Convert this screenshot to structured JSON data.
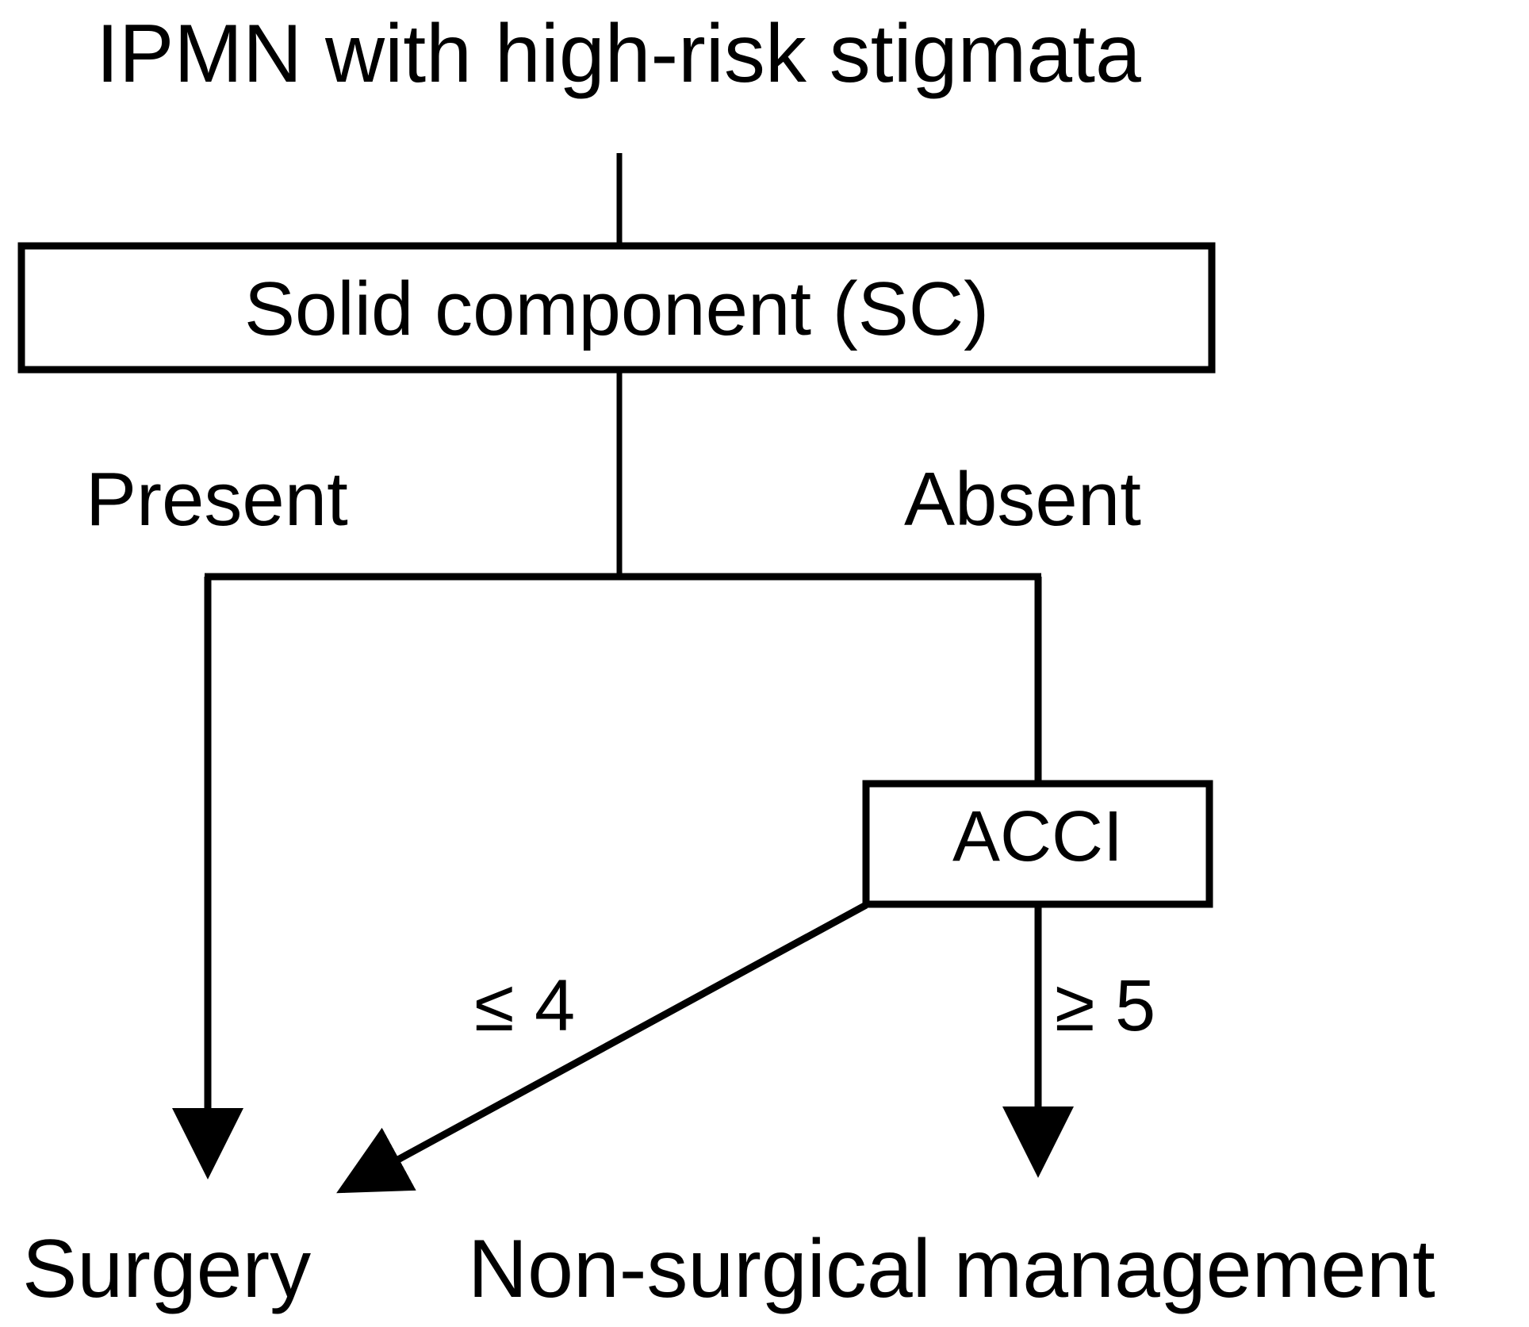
{
  "diagram": {
    "type": "flowchart",
    "title": "IPMN with high-risk stigmata",
    "background_color": "#ffffff",
    "line_color": "#000000",
    "text_color": "#000000",
    "nodes": {
      "root": {
        "label": "IPMN with high-risk stigmata",
        "shape": "plain-text"
      },
      "decision_sc": {
        "label": "Solid component (SC)",
        "shape": "rectangle"
      },
      "decision_acci": {
        "label": "ACCI",
        "shape": "rectangle"
      },
      "outcome_surgery": {
        "label": "Surgery",
        "shape": "plain-text"
      },
      "outcome_nonsurgical": {
        "label": "Non-surgical management",
        "shape": "plain-text"
      }
    },
    "edge_labels": {
      "sc_present": "Present",
      "sc_absent": "Absent",
      "acci_low": "≤ 4",
      "acci_high": "≥ 5"
    },
    "edges": [
      {
        "from": "root",
        "to": "decision_sc",
        "label": ""
      },
      {
        "from": "decision_sc",
        "to": "outcome_surgery",
        "label": "Present"
      },
      {
        "from": "decision_sc",
        "to": "decision_acci",
        "label": "Absent"
      },
      {
        "from": "decision_acci",
        "to": "outcome_nonsurgical",
        "label": "≤ 4"
      },
      {
        "from": "decision_acci",
        "to": "outcome_nonsurgical",
        "label": "≥ 5"
      }
    ]
  }
}
